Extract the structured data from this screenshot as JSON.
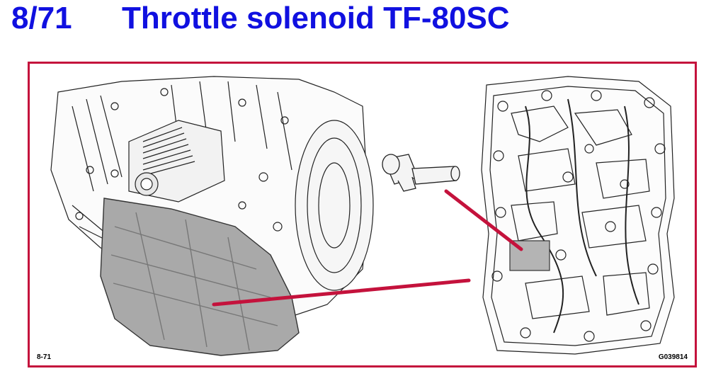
{
  "header": {
    "number": "8/71",
    "title": "Throttle solenoid TF-80SC"
  },
  "figure": {
    "label_left": "8-71",
    "label_right": "G039814",
    "accent_color": "#c4123c",
    "title_color": "#1010e0"
  }
}
